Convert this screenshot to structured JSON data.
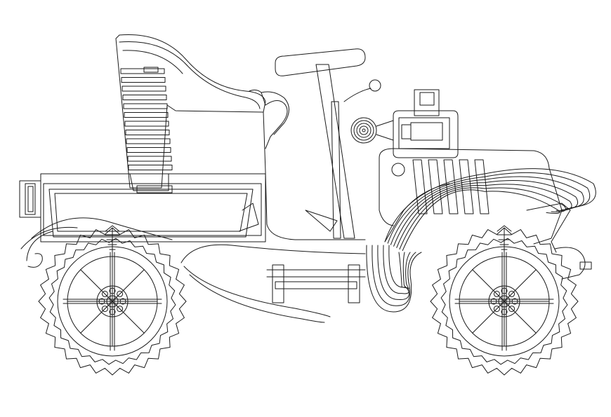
{
  "drawing": {
    "subject": "vintage-automobile",
    "style": "cad-line-drawing",
    "line_color": "#1a1a1a",
    "background": "#ffffff"
  },
  "components": {
    "seat_slats": 12,
    "hood_louvers": 5,
    "wheel_count": 2,
    "tire_teeth": 28,
    "spokes_per_wheel": 4,
    "hub_bolts": 8,
    "fender_contour_lines": 7
  }
}
